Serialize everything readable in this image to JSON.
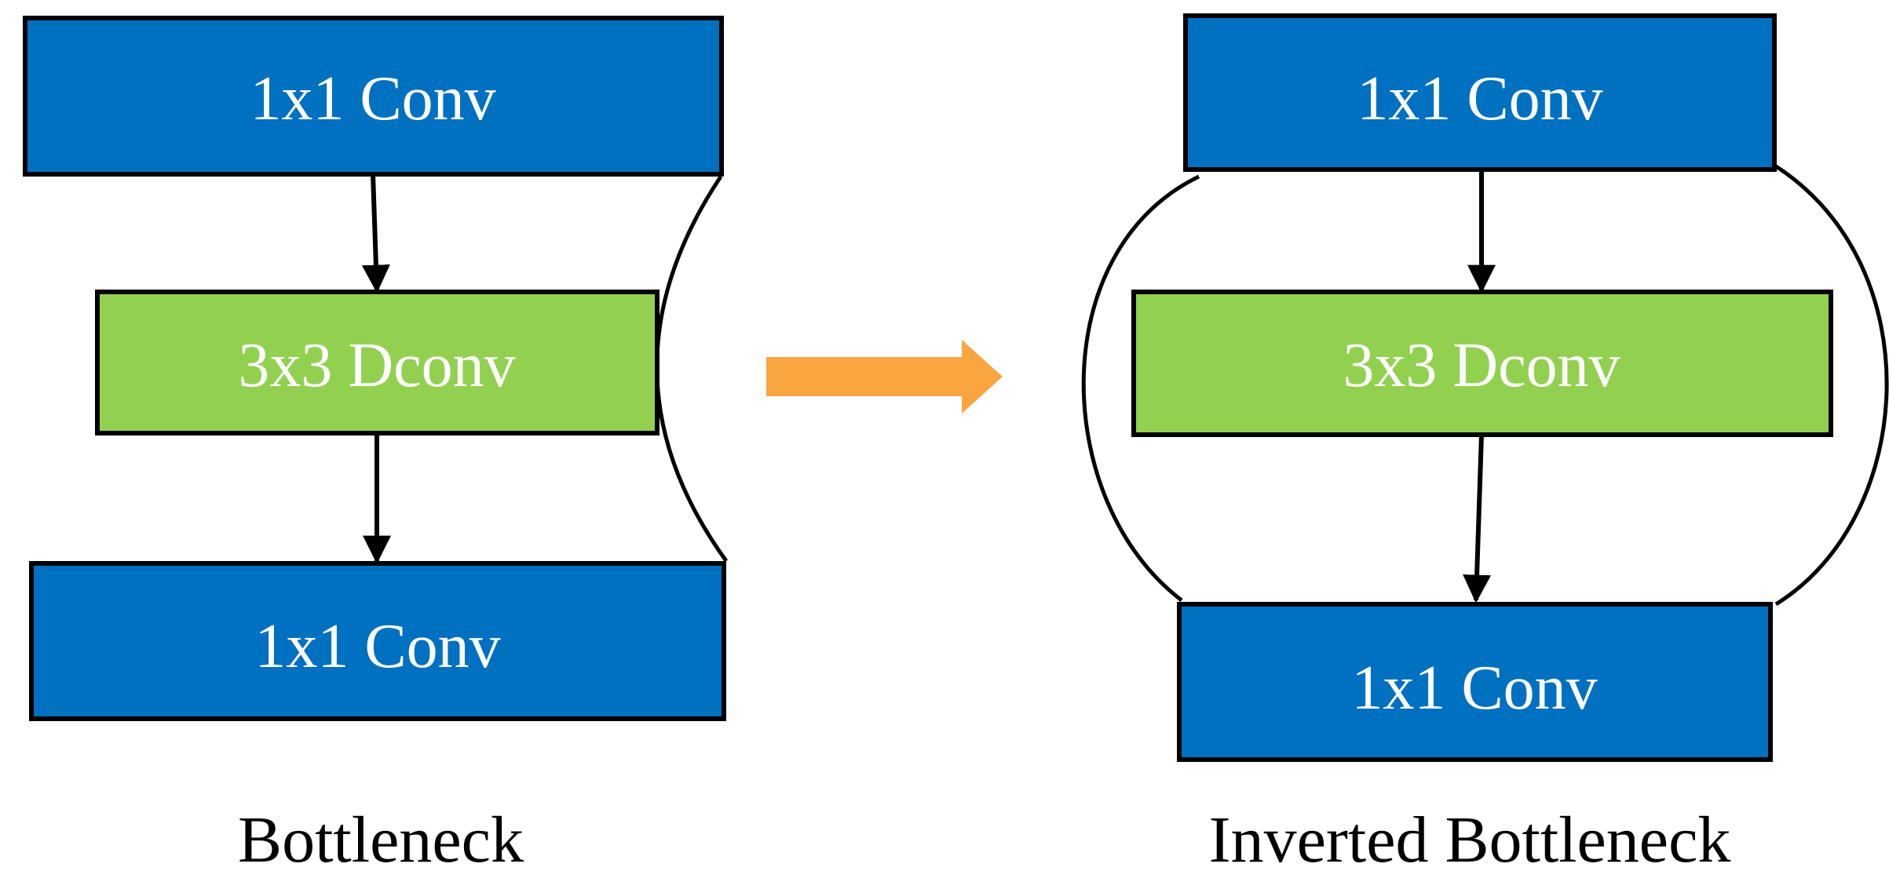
{
  "colors": {
    "conv_fill": "#0070C0",
    "dconv_fill": "#92D050",
    "stroke": "#000000",
    "transform_arrow": "#F9A640",
    "background": "#FFFFFF"
  },
  "left": {
    "caption": "Bottleneck",
    "top_block": "1x1 Conv",
    "middle_block": "3x3 Dconv",
    "bottom_block": "1x1 Conv"
  },
  "right": {
    "caption": "Inverted Bottleneck",
    "top_block": "1x1 Conv",
    "middle_block": "3x3 Dconv",
    "bottom_block": "1x1 Conv"
  },
  "transform_arrow_icon": "arrow-right-icon"
}
